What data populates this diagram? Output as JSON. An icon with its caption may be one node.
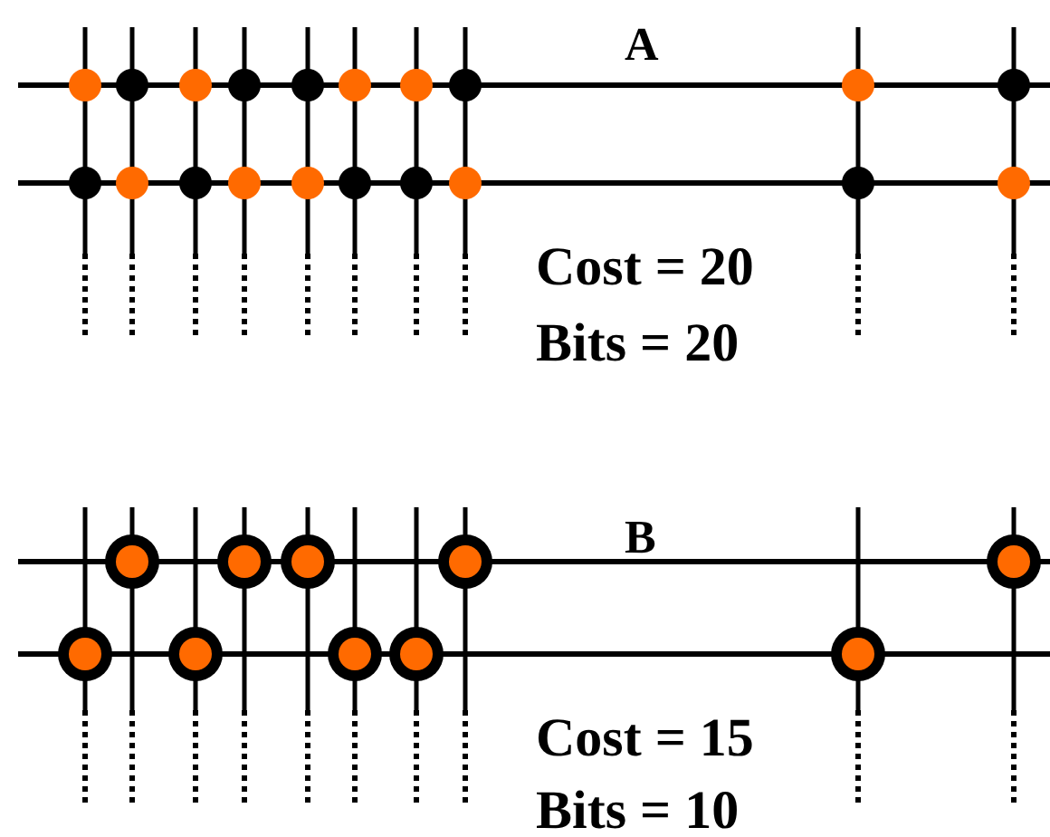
{
  "diagram": {
    "labels": [
      "A",
      "Cost = 20",
      "Bits = 20",
      "B",
      "Cost = 15",
      "Bits = 10"
    ]
  }
}
